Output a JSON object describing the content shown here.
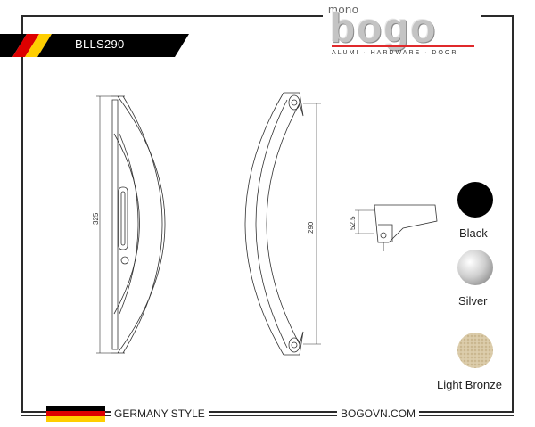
{
  "header": {
    "model_code": "BLLS290"
  },
  "logo": {
    "prefix": "mono",
    "name": "bogo",
    "tagline": "ALUMI · HARDWARE · DOOR",
    "accent_color": "#e0292b"
  },
  "drawing": {
    "dim_overall_height": "325",
    "dim_hole_spacing": "290",
    "dim_projection": "52.5"
  },
  "finishes": [
    {
      "label": "Black",
      "color": "#000000"
    },
    {
      "label": "Silver",
      "color": "#c9c9c9"
    },
    {
      "label": "Light Bronze",
      "color": "#d8c8a8"
    }
  ],
  "footer": {
    "style_label": "GERMANY STYLE",
    "website": "BOGOVN.COM",
    "flag_colors": [
      "#000000",
      "#dd0000",
      "#ffce00"
    ]
  }
}
